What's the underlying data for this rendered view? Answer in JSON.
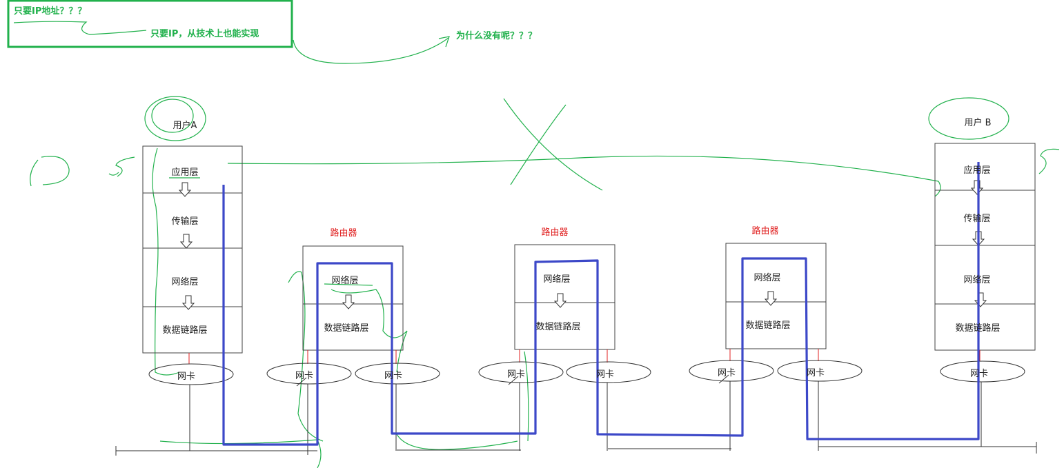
{
  "notes": {
    "box_title": "只要IP地址？？？",
    "box_comment": "只要IP，从技术上也能实现",
    "question": "为什么没有呢？？？"
  },
  "hosts": {
    "a": {
      "name": "用户A",
      "layers": [
        "应用层",
        "传输层",
        "网络层",
        "数据链路层"
      ],
      "nic": "网卡"
    },
    "b": {
      "name": "用户 B",
      "layers": [
        "应用层",
        "传输层",
        "网络层",
        "数据链路层"
      ],
      "nic": "网卡"
    }
  },
  "routers": [
    {
      "title": "路由器",
      "layers": [
        "网络层",
        "数据链路层"
      ],
      "nics": [
        "网卡",
        "网卡"
      ]
    },
    {
      "title": "路由器",
      "layers": [
        "网络层",
        "数据链路层"
      ],
      "nics": [
        "网卡",
        "网卡"
      ]
    },
    {
      "title": "路由器",
      "layers": [
        "网络层",
        "数据链路层"
      ],
      "nics": [
        "网卡",
        "网卡"
      ]
    }
  ],
  "colors": {
    "annotation": "#21b14c",
    "path": "#3c48c8",
    "router_title": "#e02020",
    "box_border": "#404040"
  }
}
